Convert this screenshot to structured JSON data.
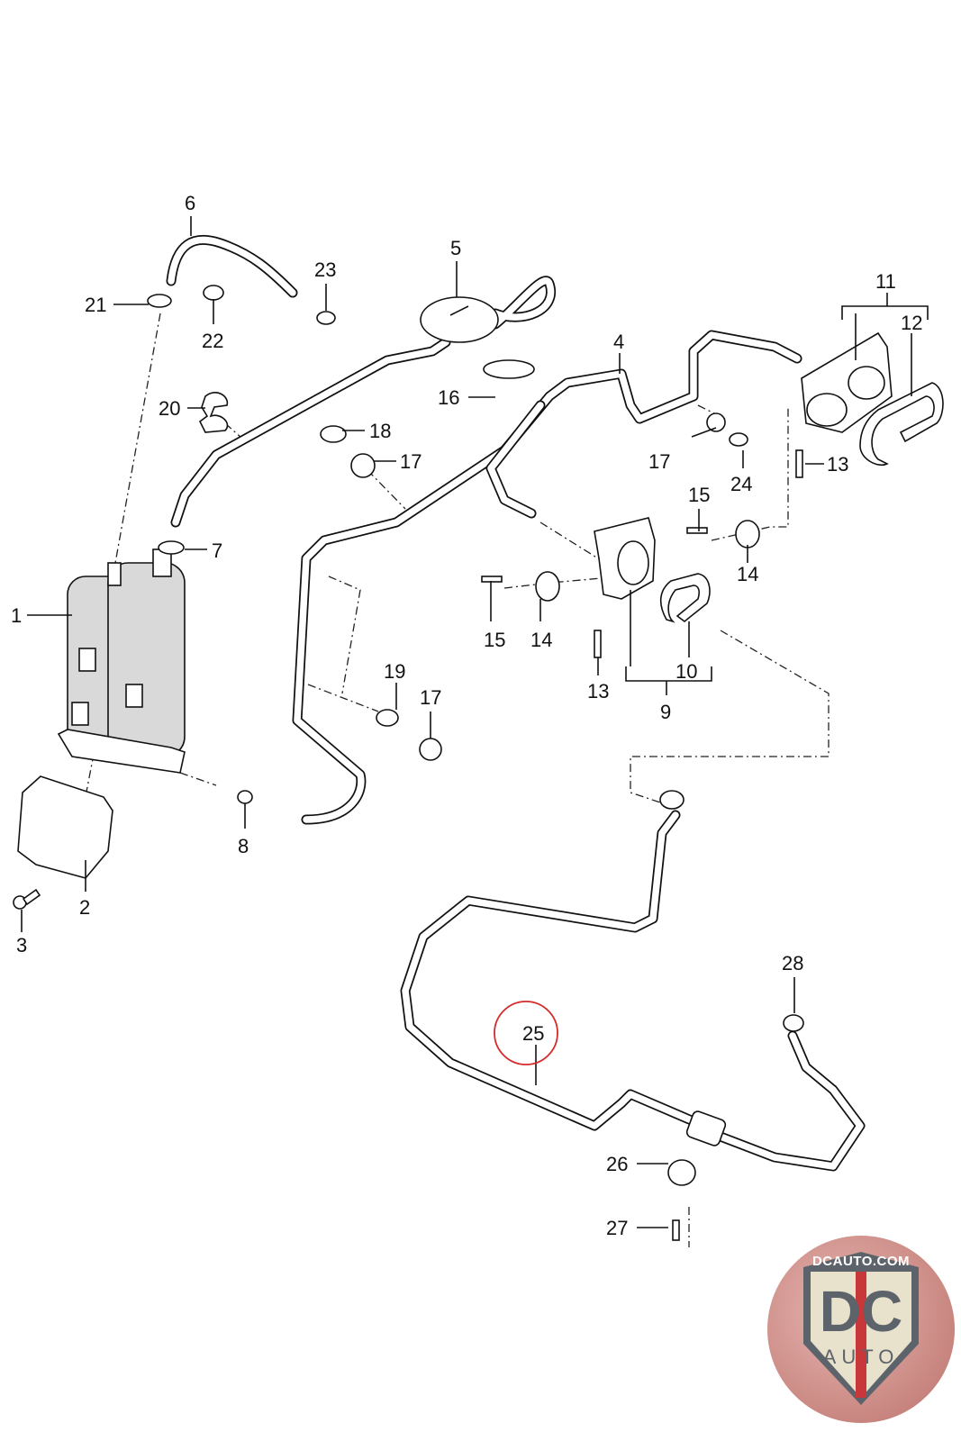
{
  "diagram": {
    "title": "Evaporative emission canister and vent lines",
    "highlighted_callout": "25",
    "highlight_color": "#d42b2b",
    "callouts": [
      {
        "id": "c1",
        "text": "1"
      },
      {
        "id": "c2",
        "text": "2"
      },
      {
        "id": "c3",
        "text": "3"
      },
      {
        "id": "c4",
        "text": "4"
      },
      {
        "id": "c5",
        "text": "5"
      },
      {
        "id": "c6",
        "text": "6"
      },
      {
        "id": "c7",
        "text": "7"
      },
      {
        "id": "c8",
        "text": "8"
      },
      {
        "id": "c9",
        "text": "9"
      },
      {
        "id": "c10",
        "text": "10"
      },
      {
        "id": "c11",
        "text": "11"
      },
      {
        "id": "c12",
        "text": "12"
      },
      {
        "id": "c13a",
        "text": "13"
      },
      {
        "id": "c13b",
        "text": "13"
      },
      {
        "id": "c14a",
        "text": "14"
      },
      {
        "id": "c14b",
        "text": "14"
      },
      {
        "id": "c15a",
        "text": "15"
      },
      {
        "id": "c15b",
        "text": "15"
      },
      {
        "id": "c16",
        "text": "16"
      },
      {
        "id": "c17a",
        "text": "17"
      },
      {
        "id": "c17b",
        "text": "17"
      },
      {
        "id": "c17c",
        "text": "17"
      },
      {
        "id": "c18",
        "text": "18"
      },
      {
        "id": "c19",
        "text": "19"
      },
      {
        "id": "c20",
        "text": "20"
      },
      {
        "id": "c21",
        "text": "21"
      },
      {
        "id": "c22",
        "text": "22"
      },
      {
        "id": "c23",
        "text": "23"
      },
      {
        "id": "c24",
        "text": "24"
      },
      {
        "id": "c25",
        "text": "25"
      },
      {
        "id": "c26",
        "text": "26"
      },
      {
        "id": "c27",
        "text": "27"
      },
      {
        "id": "c28",
        "text": "28"
      }
    ]
  },
  "logo": {
    "url_text": "DCAUTO.COM",
    "monogram": "DC",
    "subtitle": "AUTO"
  }
}
